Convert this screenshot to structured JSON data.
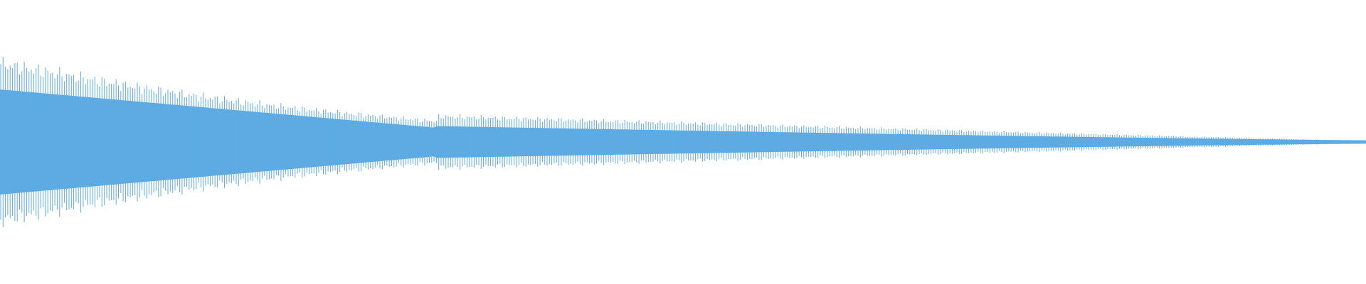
{
  "waveform": {
    "color": "#5dabe2",
    "background": "#ffffff",
    "description_free": true,
    "envelope": {
      "initial_peak": 0.61,
      "initial_body": 0.37,
      "fast_decay_end_fraction": 0.32,
      "mid_level": 0.16,
      "tail_level": 0.05
    },
    "oscillation_count": 290
  }
}
